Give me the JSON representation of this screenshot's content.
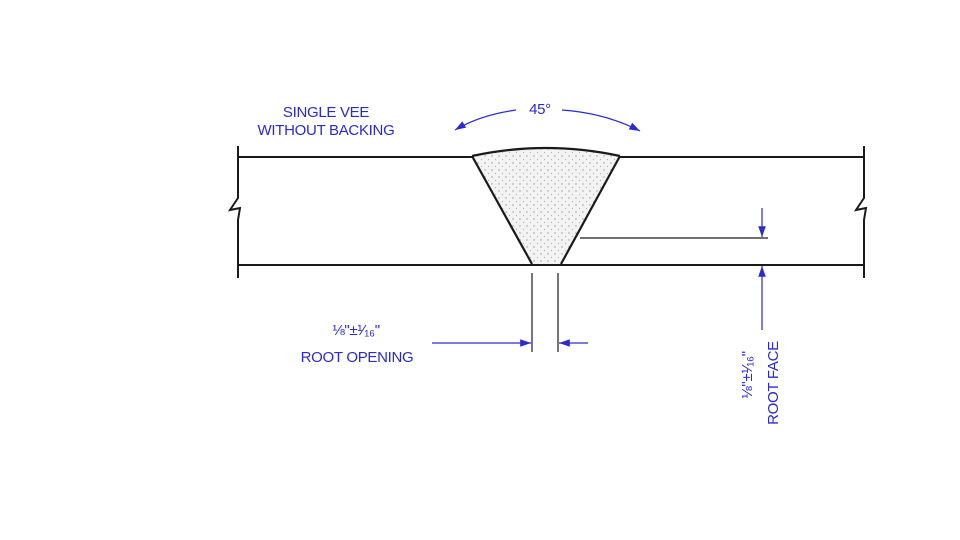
{
  "joint_title_line1": "SINGLE VEE",
  "joint_title_line2": "WITHOUT BACKING",
  "groove_angle": "45°",
  "root_opening_value": "⅛\"±¹⁄₁₆\"",
  "root_opening_label": "ROOT OPENING",
  "root_face_value": "⅛\"±¹⁄₁₆\"",
  "root_face_label": "ROOT FACE",
  "colors": {
    "annotation": "#2a2ad0",
    "linework": "#1a1a1a",
    "weld_fill": "#f1f1f1"
  }
}
